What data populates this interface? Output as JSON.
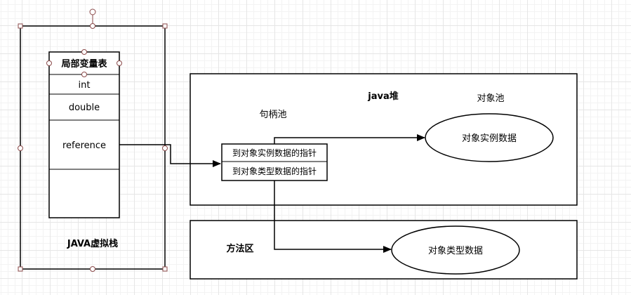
{
  "colors": {
    "stroke": "#000000",
    "handle": "#8b4a4a",
    "background": "#ffffff",
    "grid": "#e6e6e6"
  },
  "jvm_stack": {
    "title": "JAVA虚拟栈",
    "local_var_table": {
      "header": "局部变量表",
      "rows": [
        "int",
        "double",
        "reference",
        ""
      ]
    }
  },
  "heap": {
    "title": "java堆",
    "handle_pool": {
      "title": "句柄池",
      "rows": [
        "到对象实例数据的指针",
        "到对象类型数据的指针"
      ]
    },
    "object_pool": {
      "title": "对象池",
      "ellipse_label": "对象实例数据"
    }
  },
  "method_area": {
    "title": "方法区",
    "ellipse_label": "对象类型数据"
  }
}
